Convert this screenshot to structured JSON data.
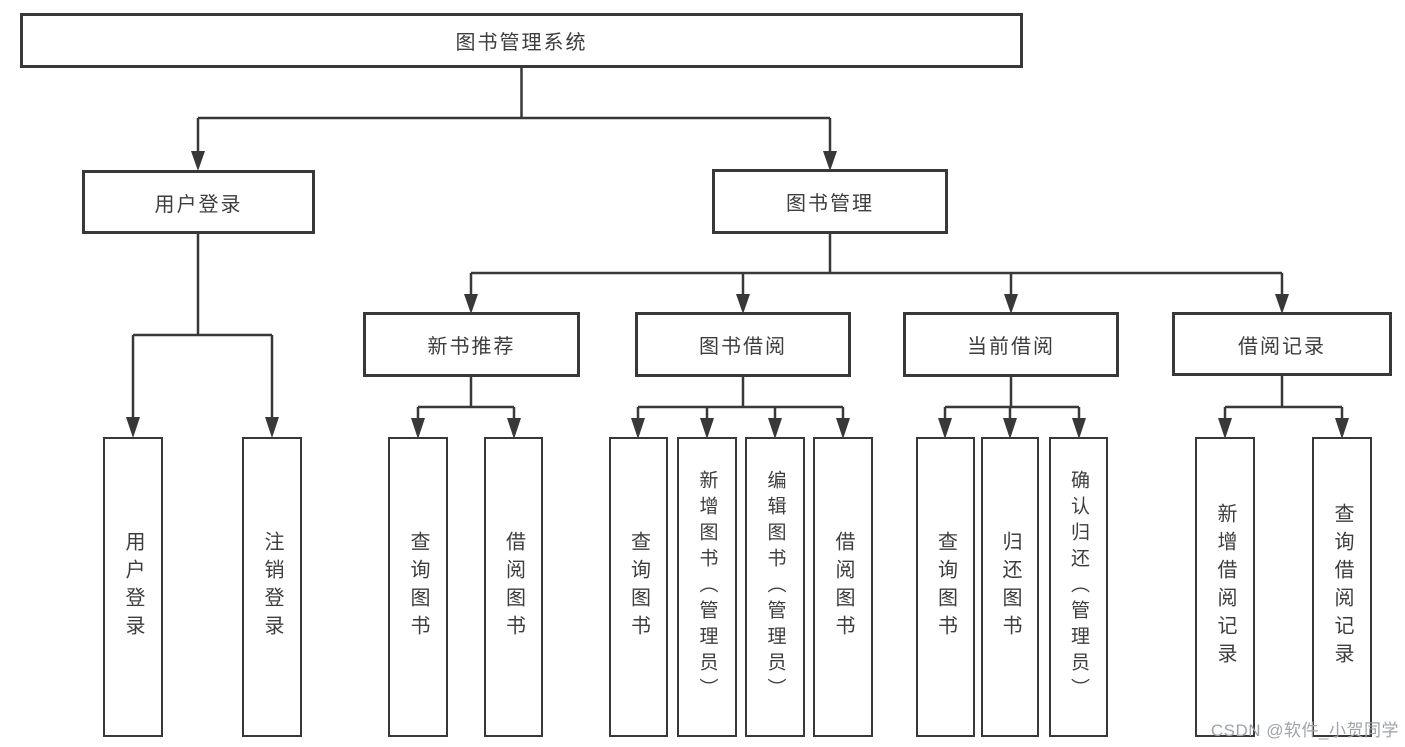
{
  "colors": {
    "line": "#383838",
    "text": "#3d3d3d",
    "watermark": "#9ea3a8",
    "background": "#ffffff"
  },
  "watermark": "CSDN @软件_小贺同学",
  "diagram": {
    "root": "图书管理系统",
    "user_login": {
      "label": "用户登录",
      "children": [
        "用户登录",
        "注销登录"
      ]
    },
    "book_mgmt": {
      "label": "图书管理",
      "children": [
        {
          "label": "新书推荐",
          "children": [
            "查询图书",
            "借阅图书"
          ]
        },
        {
          "label": "图书借阅",
          "children": [
            "查询图书",
            "新增图书（管理员）",
            "编辑图书（管理员）",
            "借阅图书"
          ]
        },
        {
          "label": "当前借阅",
          "children": [
            "查询图书",
            "归还图书",
            "确认归还（管理员）"
          ]
        },
        {
          "label": "借阅记录",
          "children": [
            "新增借阅记录",
            "查询借阅记录"
          ]
        }
      ]
    }
  }
}
